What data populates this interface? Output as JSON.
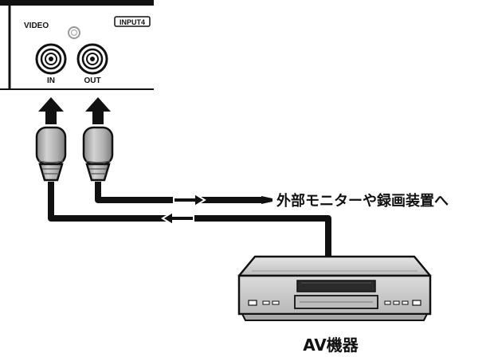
{
  "panel": {
    "title": "VIDEO",
    "badge": "INPUT4",
    "jack_in_label": "IN",
    "jack_out_label": "OUT"
  },
  "connections": {
    "external_label": "外部モニターや録画装置へ",
    "device_label": "AV機器"
  },
  "colors": {
    "ink": "#111111",
    "plug_fill": "#b4b4b4",
    "device_fill": "#d4d4d4"
  }
}
